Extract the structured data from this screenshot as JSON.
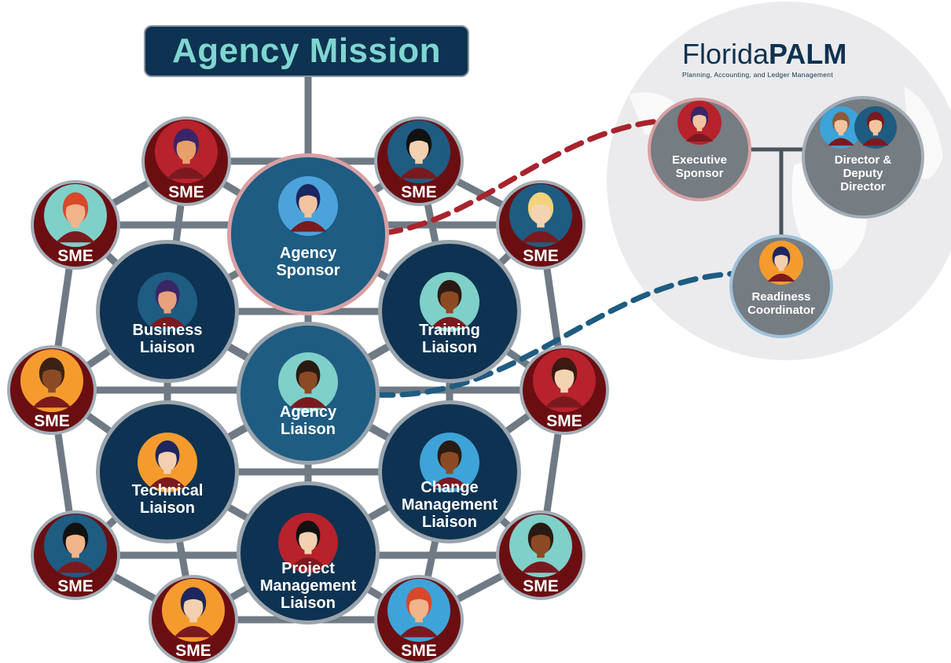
{
  "title": "Agency Mission",
  "logo": {
    "main_light": "Florida",
    "main_bold": "PALM",
    "tagline": "Planning, Accounting, and Ledger Management"
  },
  "colors": {
    "navy": "#0e3251",
    "mid_blue": "#1e5c82",
    "sme_red": "#6b0e12",
    "line_gray": "#6f7a84",
    "palm_gray": "#757c82",
    "sponsor_ring": "#d7a1a4",
    "red_dash": "#a8242d",
    "blue_dash": "#1e5c82"
  },
  "nodes": {
    "agency_sponsor": [
      "Agency",
      "Sponsor"
    ],
    "agency_liaison": [
      "Agency",
      "Liaison"
    ],
    "business_liaison": [
      "Business",
      "Liaison"
    ],
    "training_liaison": [
      "Training",
      "Liaison"
    ],
    "technical_liaison": [
      "Technical",
      "Liaison"
    ],
    "change_management_liaison": [
      "Change",
      "Management",
      "Liaison"
    ],
    "project_management_liaison": [
      "Project",
      "Management",
      "Liaison"
    ],
    "executive_sponsor": [
      "Executive",
      "Sponsor"
    ],
    "director_deputy": [
      "Director &",
      "Deputy",
      "Director"
    ],
    "readiness_coordinator": [
      "Readiness",
      "Coordinator"
    ]
  },
  "sme_label": "SME"
}
